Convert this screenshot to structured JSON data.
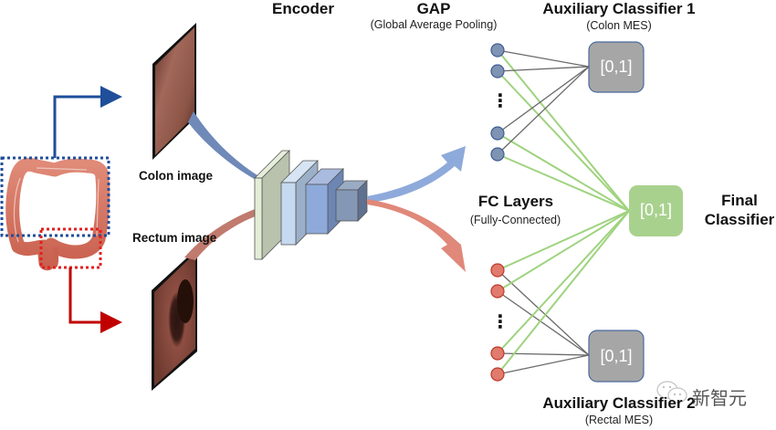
{
  "labels": {
    "encoder": "Encoder",
    "gap_title": "GAP",
    "gap_sub": "(Global Average Pooling)",
    "aux1_title": "Auxiliary Classifier 1",
    "aux1_sub": "(Colon MES)",
    "aux2_title": "Auxiliary Classifier 2",
    "aux2_sub": "(Rectal MES)",
    "fc_title": "FC Layers",
    "fc_sub": "(Fully-Connected)",
    "final_line1": "Final",
    "final_line2": "Classifier",
    "colon_image": "Colon image",
    "rectum_image": "Rectum image"
  },
  "boxes": {
    "aux1_value": "[0,1]",
    "aux2_value": "[0,1]",
    "final_value": "[0,1]"
  },
  "ellipsis": "⋮",
  "watermark": {
    "icon": "wechat-icon",
    "text": "新智元"
  },
  "colors": {
    "colon_blue": "#1f4e9a",
    "rectum_red": "#c00000",
    "node_blue": "#7f93b3",
    "node_red": "#e07b6e",
    "line_gray": "#6a6a6a",
    "line_green": "#9fd37f",
    "aux_box": "#a6a6a6",
    "final_box": "#a9d18e"
  }
}
